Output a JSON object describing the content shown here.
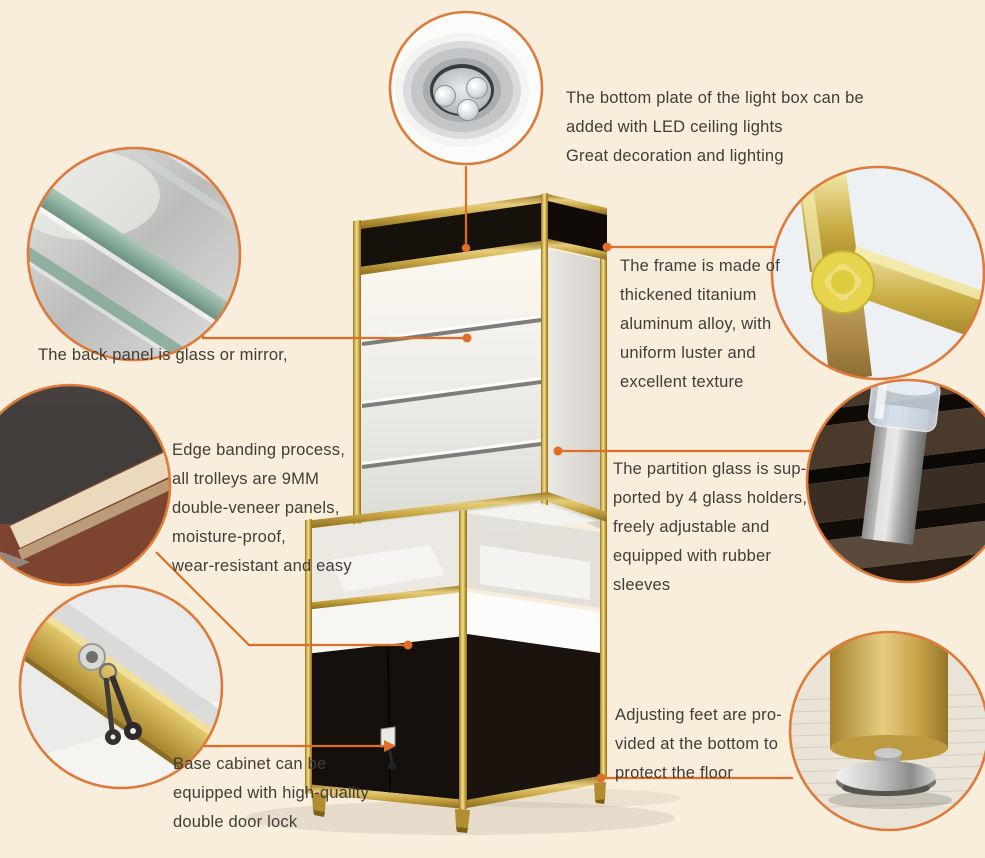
{
  "colors": {
    "background": "#f9eddb",
    "accent_line": "#df6e26",
    "circle_ring": "#dc7b3b",
    "text": "#413d38",
    "frame_gold": "#c9a23c",
    "panel_black": "#17110c"
  },
  "callouts": {
    "lightbox": {
      "text": "The bottom plate of the light box can be\nadded with LED ceiling lights\nGreat decoration and lighting"
    },
    "frame": {
      "text": "The frame is made of\nthickened titanium\naluminum alloy, with\nuniform luster and\nexcellent texture"
    },
    "back_panel": {
      "text": "The back panel is glass or mirror,"
    },
    "edge_banding": {
      "text": "Edge banding process,\nall trolleys are 9MM\ndouble-veneer panels,\nmoisture-proof,\nwear-resistant and easy"
    },
    "partition_glass": {
      "text": "The partition glass is sup-\nported by 4 glass holders,\nfreely adjustable and\nequipped with rubber\nsleeves"
    },
    "base_lock": {
      "text": "Base cabinet can be\nequipped with high-quality\ndouble door lock"
    },
    "adjusting_feet": {
      "text": "Adjusting feet are pro-\nvided at the bottom to\nprotect the floor"
    }
  },
  "photos": {
    "top": "led-downlight-photo",
    "left_top": "glass-panels-photo",
    "left_middle": "veneer-panel-edge-photo",
    "left_bottom": "door-lock-keys-photo",
    "right_top": "frame-corner-joint-photo",
    "right_middle": "glass-holder-photo",
    "right_bottom": "adjusting-foot-photo"
  }
}
